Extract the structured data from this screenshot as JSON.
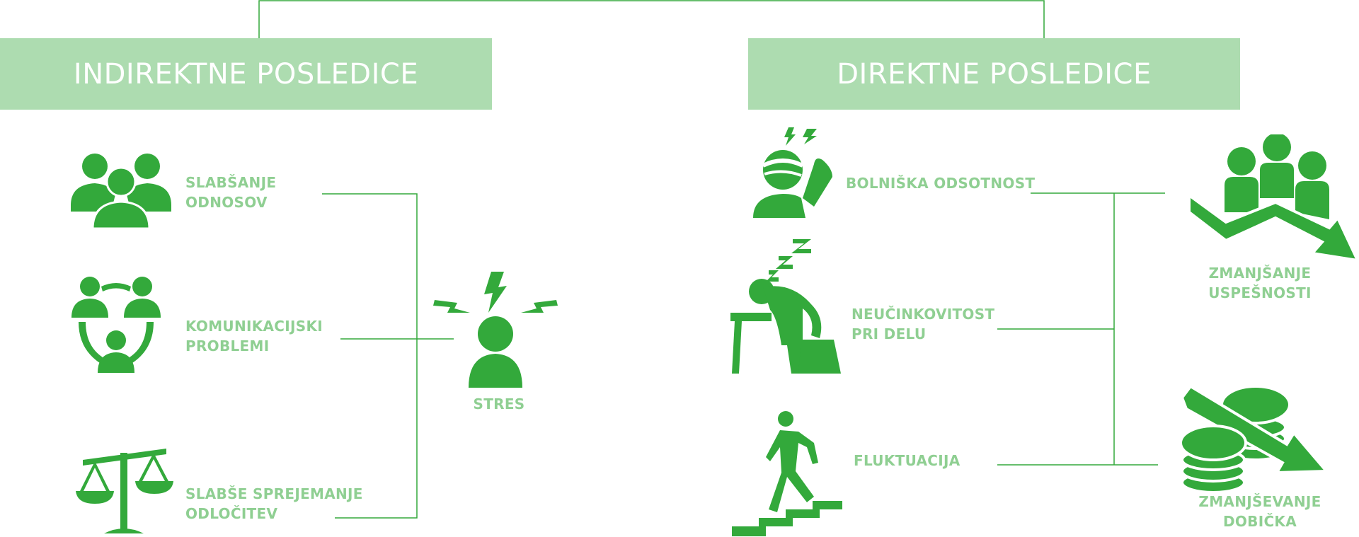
{
  "colors": {
    "accent": "#33a93b",
    "header_bg": "#addcb0",
    "label": "#8fcf92",
    "line": "#33a93b"
  },
  "headers": {
    "left": "INDIREKTNE POSLEDICE",
    "right": "DIREKTNE POSLEDICE"
  },
  "left_items": [
    {
      "icon": "group-people-icon",
      "lines": [
        "SLABŠANJE",
        "ODNOSOV"
      ]
    },
    {
      "icon": "communication-circle-icon",
      "lines": [
        "KOMUNIKACIJSKI",
        "PROBLEMI"
      ]
    },
    {
      "icon": "scales-icon",
      "lines": [
        "SLABŠE SPREJEMANJE",
        "ODLOČITEV"
      ]
    }
  ],
  "center": {
    "icon": "stressed-person-icon",
    "label": "STRES"
  },
  "right_items": [
    {
      "icon": "headache-person-icon",
      "lines": [
        "BOLNIŠKA ODSOTNOST"
      ]
    },
    {
      "icon": "sleeping-at-desk-icon",
      "lines": [
        "NEUČINKOVITOST",
        "PRI DELU"
      ]
    },
    {
      "icon": "walking-up-stairs-icon",
      "lines": [
        "FLUKTUACIJA"
      ]
    }
  ],
  "outcomes": [
    {
      "icon": "declining-team-icon",
      "lines": [
        "ZMANJŠANJE",
        "USPEŠNOSTI"
      ]
    },
    {
      "icon": "declining-coins-icon",
      "lines": [
        "ZMANJŠEVANJE",
        "DOBIČKA"
      ]
    }
  ]
}
